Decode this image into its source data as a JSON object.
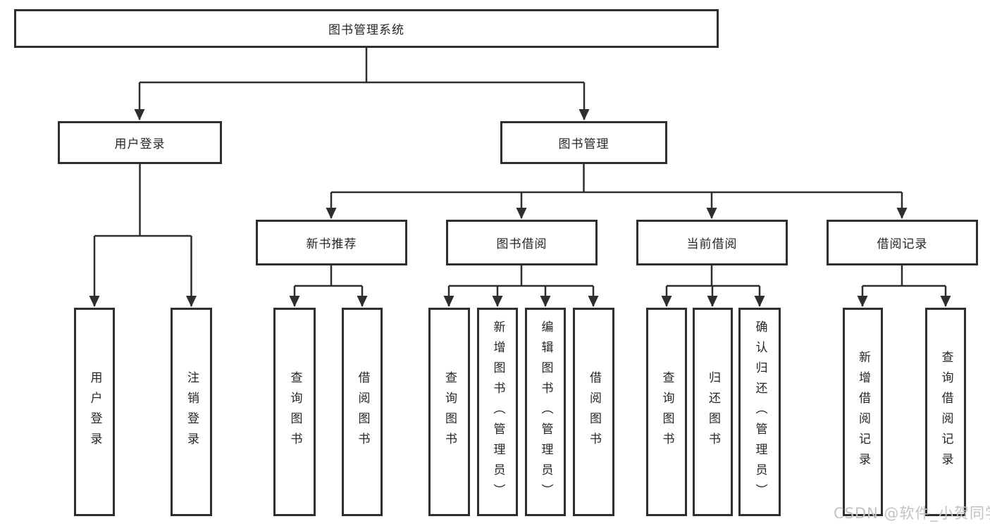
{
  "colors": {
    "line": "#2e2e2e",
    "border": "#2e2e2e",
    "text": "#262626",
    "background": "#ffffff",
    "watermark": "#c3c3c3"
  },
  "root": {
    "label": "图书管理系统"
  },
  "level2": [
    {
      "label": "用户登录"
    },
    {
      "label": "图书管理"
    }
  ],
  "level3": [
    {
      "label": "新书推荐"
    },
    {
      "label": "图书借阅"
    },
    {
      "label": "当前借阅"
    },
    {
      "label": "借阅记录"
    }
  ],
  "leaves": [
    {
      "label": "用户登录"
    },
    {
      "label": "注销登录"
    },
    {
      "label": "查询图书"
    },
    {
      "label": "借阅图书"
    },
    {
      "label": "查询图书"
    },
    {
      "label": "新增图书（管理员）"
    },
    {
      "label": "编辑图书（管理员）"
    },
    {
      "label": "借阅图书"
    },
    {
      "label": "查询图书"
    },
    {
      "label": "归还图书"
    },
    {
      "label": "确认归还（管理员）"
    },
    {
      "label": "新增借阅记录"
    },
    {
      "label": "查询借阅记录"
    }
  ],
  "watermark": {
    "text": "CSDN @软件_小贺同学"
  }
}
